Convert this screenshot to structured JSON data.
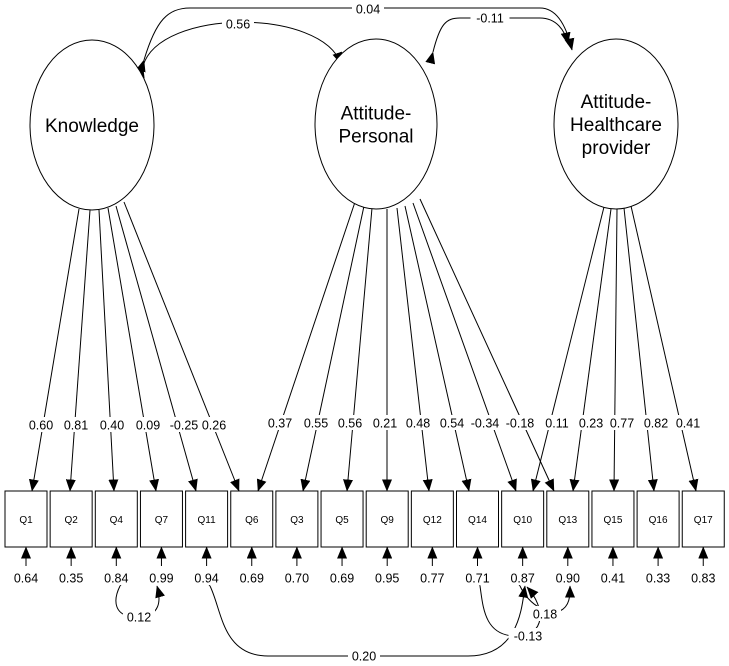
{
  "latents": [
    {
      "id": "knowledge",
      "lines": [
        "Knowledge"
      ]
    },
    {
      "id": "attitude-personal",
      "lines": [
        "Attitude-",
        "Personal"
      ]
    },
    {
      "id": "attitude-healthcare",
      "lines": [
        "Attitude-",
        "Healthcare",
        "provider"
      ]
    }
  ],
  "indicators": [
    "Q1",
    "Q2",
    "Q4",
    "Q7",
    "Q11",
    "Q6",
    "Q3",
    "Q5",
    "Q9",
    "Q12",
    "Q14",
    "Q10",
    "Q13",
    "Q15",
    "Q16",
    "Q17"
  ],
  "loadings": [
    {
      "factor": "knowledge",
      "item": "Q1",
      "value": "0.60"
    },
    {
      "factor": "knowledge",
      "item": "Q2",
      "value": "0.81"
    },
    {
      "factor": "knowledge",
      "item": "Q4",
      "value": "0.40"
    },
    {
      "factor": "knowledge",
      "item": "Q7",
      "value": "0.09"
    },
    {
      "factor": "knowledge",
      "item": "Q11",
      "value": "-0.25"
    },
    {
      "factor": "knowledge",
      "item": "Q6",
      "value": "0.26"
    },
    {
      "factor": "attitude-personal",
      "item": "Q6",
      "value": "0.37"
    },
    {
      "factor": "attitude-personal",
      "item": "Q3",
      "value": "0.55"
    },
    {
      "factor": "attitude-personal",
      "item": "Q5",
      "value": "0.56"
    },
    {
      "factor": "attitude-personal",
      "item": "Q9",
      "value": "0.21"
    },
    {
      "factor": "attitude-personal",
      "item": "Q12",
      "value": "0.48"
    },
    {
      "factor": "attitude-personal",
      "item": "Q14",
      "value": "0.54"
    },
    {
      "factor": "attitude-personal",
      "item": "Q10",
      "value": "-0.34"
    },
    {
      "factor": "attitude-personal",
      "item": "Q13",
      "value": "-0.18"
    },
    {
      "factor": "attitude-healthcare",
      "item": "Q10",
      "value": "0.11"
    },
    {
      "factor": "attitude-healthcare",
      "item": "Q13",
      "value": "0.23"
    },
    {
      "factor": "attitude-healthcare",
      "item": "Q15",
      "value": "0.77"
    },
    {
      "factor": "attitude-healthcare",
      "item": "Q16",
      "value": "0.82"
    },
    {
      "factor": "attitude-healthcare",
      "item": "Q17",
      "value": "0.41"
    }
  ],
  "residuals": [
    {
      "item": "Q1",
      "value": "0.64"
    },
    {
      "item": "Q2",
      "value": "0.35"
    },
    {
      "item": "Q4",
      "value": "0.84"
    },
    {
      "item": "Q7",
      "value": "0.99"
    },
    {
      "item": "Q11",
      "value": "0.94"
    },
    {
      "item": "Q6",
      "value": "0.69"
    },
    {
      "item": "Q3",
      "value": "0.70"
    },
    {
      "item": "Q5",
      "value": "0.69"
    },
    {
      "item": "Q9",
      "value": "0.95"
    },
    {
      "item": "Q12",
      "value": "0.77"
    },
    {
      "item": "Q14",
      "value": "0.71"
    },
    {
      "item": "Q10",
      "value": "0.87"
    },
    {
      "item": "Q13",
      "value": "0.90"
    },
    {
      "item": "Q15",
      "value": "0.41"
    },
    {
      "item": "Q16",
      "value": "0.33"
    },
    {
      "item": "Q17",
      "value": "0.83"
    }
  ],
  "factor_correlations": [
    {
      "from": "knowledge",
      "to": "attitude-personal",
      "value": "0.56"
    },
    {
      "from": "knowledge",
      "to": "attitude-healthcare",
      "value": "0.04"
    },
    {
      "from": "attitude-personal",
      "to": "attitude-healthcare",
      "value": "-0.11"
    }
  ],
  "error_covariances": [
    {
      "from": "Q4",
      "to": "Q7",
      "value": "0.12"
    },
    {
      "from": "Q11",
      "to": "Q10",
      "value": "0.20"
    },
    {
      "from": "Q14",
      "to": "Q10",
      "value": "-0.13"
    },
    {
      "from": "Q10",
      "to": "Q13",
      "value": "0.18"
    }
  ]
}
